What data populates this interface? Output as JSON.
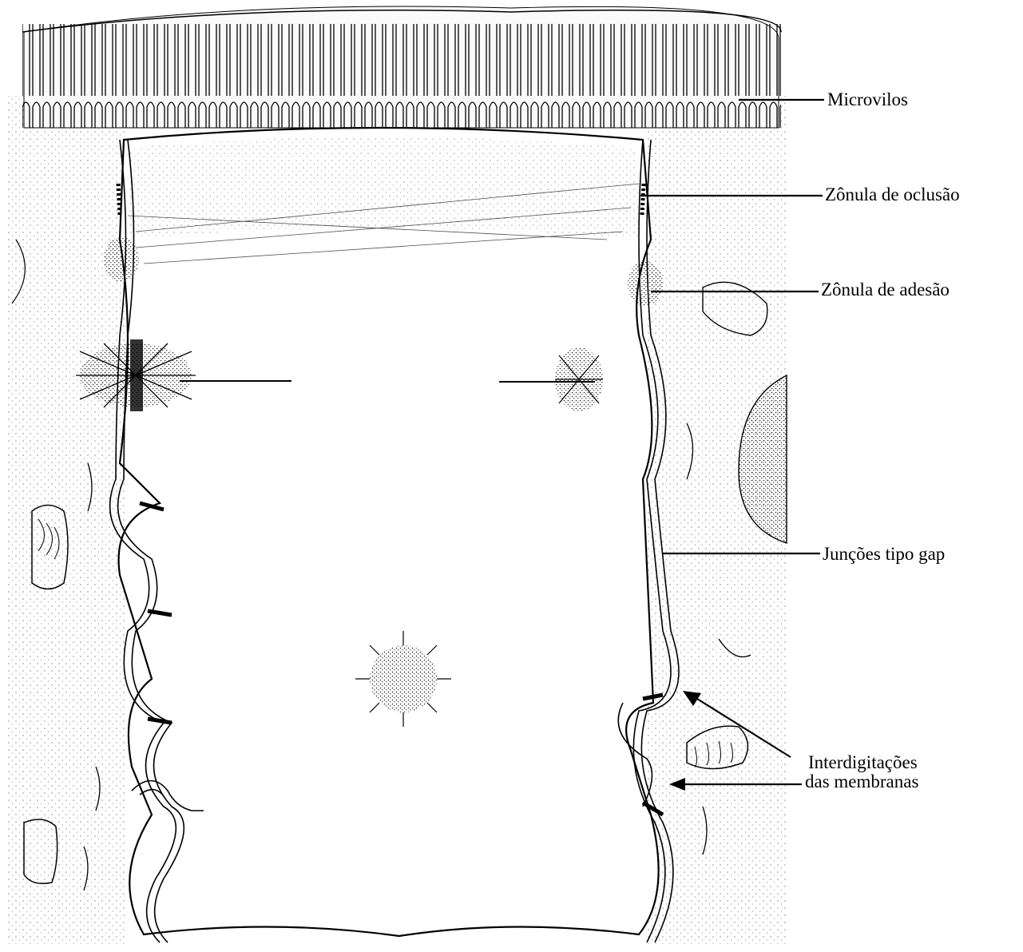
{
  "figure": {
    "labels": {
      "microvilos": "Microvilos",
      "zonula_oclusao": "Zônula de oclusão",
      "zonula_adesao": "Zônula de adesão",
      "juncoes_gap": "Junções tipo gap",
      "interdigitacoes_line1": "Interdigitações",
      "interdigitacoes_line2": "das membranas"
    },
    "colors": {
      "ink": "#000000",
      "paper": "#ffffff",
      "stipple": "#555555"
    }
  }
}
